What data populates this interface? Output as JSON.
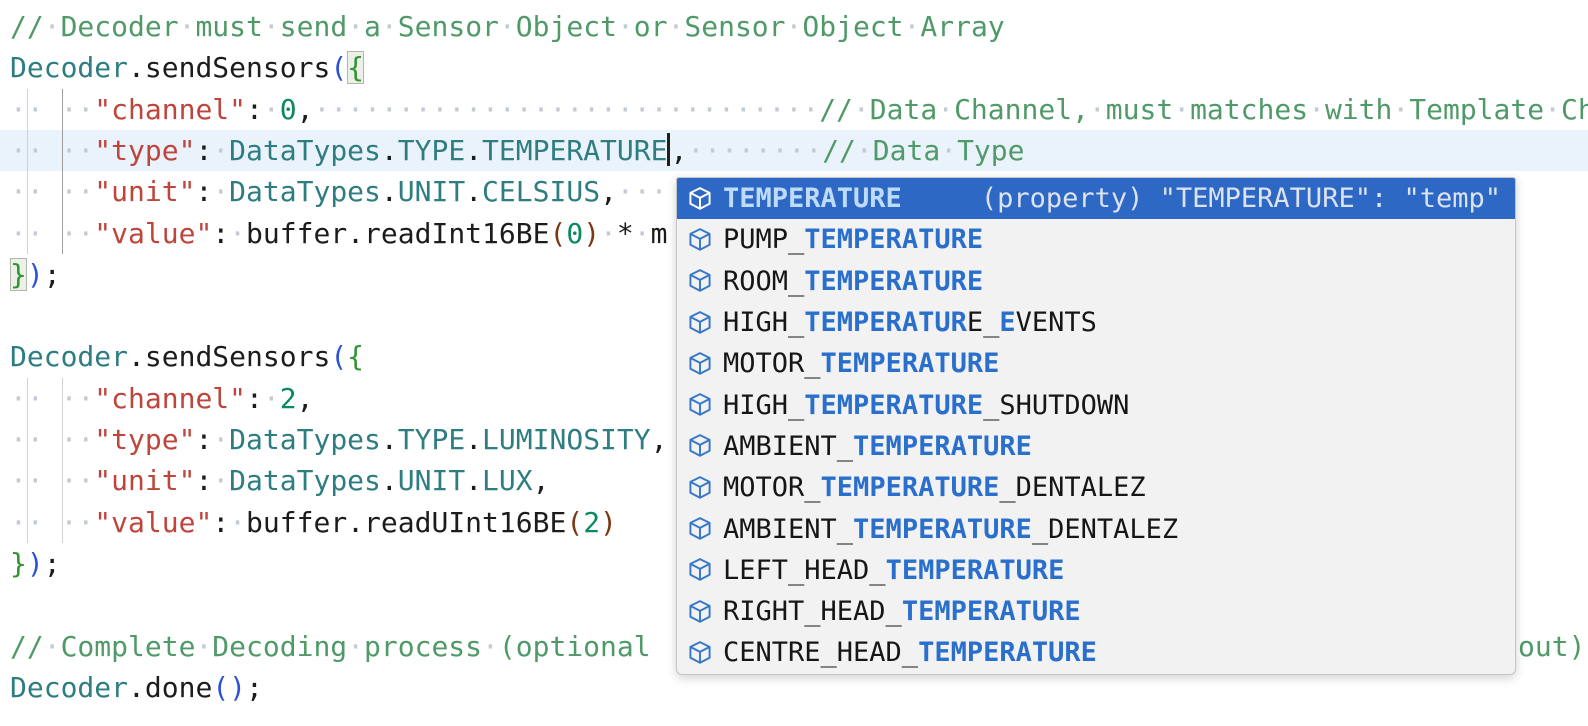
{
  "palette": {
    "comment": "#4F9A68",
    "type_teal": "#2E7D80",
    "string_red": "#BF453C",
    "number_green": "#0B8A5D",
    "bracket1_blue": "#2C50D9",
    "bracket2_green": "#319331",
    "bracket3_brown": "#7B3814",
    "foreground": "#1C1C1C",
    "whitespace_dot": "#C3CBD6",
    "indent_guide": "#D2D2D2",
    "indent_guide_active": "#9E9E9E",
    "current_line_bg": "#EAF3FB",
    "match_box_bg": "#ECF0E8",
    "match_box_border": "#B2B8A8",
    "caret": "#1F1F1F",
    "suggest_bg": "#F2F2F3",
    "suggest_border": "#C5C5C5",
    "suggest_selected_bg": "#2D68C4",
    "suggest_text": "#161616",
    "suggest_match_blue": "#2A6FCB",
    "suggest_selected_text": "#FFFFFF",
    "suggest_selected_match": "#BFDBFA",
    "suggest_detail_text": "#DDE3EE",
    "icon_blue": "#3778C8"
  },
  "editor": {
    "current_line": 3,
    "lines": [
      {
        "seg": [
          {
            "t": "// Decoder must send a Sensor Object or Sensor Object Array",
            "c": "comment"
          }
        ]
      },
      {
        "seg": [
          {
            "t": "Decoder",
            "c": "type"
          },
          {
            "t": ".sendSensors",
            "c": "fg"
          },
          {
            "t": "(",
            "c": "p1"
          },
          {
            "t": "{",
            "c": "p2",
            "boxed": true
          }
        ]
      },
      {
        "seg": [
          {
            "t": "·· ··",
            "c": "lead"
          },
          {
            "t": "\"channel\"",
            "c": "string"
          },
          {
            "t": ": ",
            "c": "fg"
          },
          {
            "t": "0",
            "c": "num"
          },
          {
            "t": ",",
            "c": "fg"
          },
          {
            "t": "                              ",
            "c": "fg"
          },
          {
            "t": "// Data Channel, must matches with Template Ch",
            "c": "comment"
          }
        ]
      },
      {
        "cur": true,
        "seg": [
          {
            "t": "·· ··",
            "c": "lead"
          },
          {
            "t": "\"type\"",
            "c": "string"
          },
          {
            "t": ": ",
            "c": "fg"
          },
          {
            "t": "DataTypes",
            "c": "type"
          },
          {
            "t": ".",
            "c": "fg"
          },
          {
            "t": "TYPE",
            "c": "type"
          },
          {
            "t": ".",
            "c": "fg"
          },
          {
            "t": "TEMPERATURE",
            "c": "type"
          },
          {
            "caret": true
          },
          {
            "t": ",",
            "c": "fg"
          },
          {
            "t": "        ",
            "c": "fg"
          },
          {
            "t": "// Data Type",
            "c": "comment"
          }
        ]
      },
      {
        "seg": [
          {
            "t": "·· ··",
            "c": "lead"
          },
          {
            "t": "\"unit\"",
            "c": "string"
          },
          {
            "t": ": ",
            "c": "fg"
          },
          {
            "t": "DataTypes",
            "c": "type"
          },
          {
            "t": ".",
            "c": "fg"
          },
          {
            "t": "UNIT",
            "c": "type"
          },
          {
            "t": ".",
            "c": "fg"
          },
          {
            "t": "CELSIUS",
            "c": "type"
          },
          {
            "t": ",",
            "c": "fg"
          },
          {
            "t": "   ",
            "c": "fg"
          }
        ]
      },
      {
        "seg": [
          {
            "t": "·· ··",
            "c": "lead"
          },
          {
            "t": "\"value\"",
            "c": "string"
          },
          {
            "t": ": ",
            "c": "fg"
          },
          {
            "t": "buffer.readInt16BE",
            "c": "fg"
          },
          {
            "t": "(",
            "c": "p3"
          },
          {
            "t": "0",
            "c": "num"
          },
          {
            "t": ")",
            "c": "p3"
          },
          {
            "t": " * m",
            "c": "fg"
          }
        ]
      },
      {
        "seg": [
          {
            "t": "}",
            "c": "p2",
            "boxed": true
          },
          {
            "t": ")",
            "c": "p1"
          },
          {
            "t": ";",
            "c": "fg"
          }
        ]
      },
      {
        "seg": []
      },
      {
        "seg": [
          {
            "t": "Decoder",
            "c": "type"
          },
          {
            "t": ".sendSensors",
            "c": "fg"
          },
          {
            "t": "(",
            "c": "p1"
          },
          {
            "t": "{",
            "c": "p2"
          }
        ]
      },
      {
        "seg": [
          {
            "t": "·· ··",
            "c": "lead"
          },
          {
            "t": "\"channel\"",
            "c": "string"
          },
          {
            "t": ": ",
            "c": "fg"
          },
          {
            "t": "2",
            "c": "num"
          },
          {
            "t": ",",
            "c": "fg"
          }
        ]
      },
      {
        "seg": [
          {
            "t": "·· ··",
            "c": "lead"
          },
          {
            "t": "\"type\"",
            "c": "string"
          },
          {
            "t": ": ",
            "c": "fg"
          },
          {
            "t": "DataTypes",
            "c": "type"
          },
          {
            "t": ".",
            "c": "fg"
          },
          {
            "t": "TYPE",
            "c": "type"
          },
          {
            "t": ".",
            "c": "fg"
          },
          {
            "t": "LUMINOSITY",
            "c": "type"
          },
          {
            "t": ",",
            "c": "fg"
          }
        ]
      },
      {
        "seg": [
          {
            "t": "·· ··",
            "c": "lead"
          },
          {
            "t": "\"unit\"",
            "c": "string"
          },
          {
            "t": ": ",
            "c": "fg"
          },
          {
            "t": "DataTypes",
            "c": "type"
          },
          {
            "t": ".",
            "c": "fg"
          },
          {
            "t": "UNIT",
            "c": "type"
          },
          {
            "t": ".",
            "c": "fg"
          },
          {
            "t": "LUX",
            "c": "type"
          },
          {
            "t": ",",
            "c": "fg"
          }
        ]
      },
      {
        "seg": [
          {
            "t": "·· ··",
            "c": "lead"
          },
          {
            "t": "\"value\"",
            "c": "string"
          },
          {
            "t": ": ",
            "c": "fg"
          },
          {
            "t": "buffer.readUInt16BE",
            "c": "fg"
          },
          {
            "t": "(",
            "c": "p3"
          },
          {
            "t": "2",
            "c": "num"
          },
          {
            "t": ")",
            "c": "p3"
          }
        ]
      },
      {
        "seg": [
          {
            "t": "}",
            "c": "p2"
          },
          {
            "t": ")",
            "c": "p1"
          },
          {
            "t": ";",
            "c": "fg"
          }
        ]
      },
      {
        "seg": []
      },
      {
        "seg": [
          {
            "t": "// Complete Decoding process (optional",
            "c": "comment"
          },
          {
            "t": "out)",
            "c": "comment",
            "abs": 1518
          }
        ]
      },
      {
        "seg": [
          {
            "t": "Decoder",
            "c": "type"
          },
          {
            "t": ".done",
            "c": "fg"
          },
          {
            "t": "()",
            "c": "p1"
          },
          {
            "t": ";",
            "c": "fg"
          }
        ]
      }
    ],
    "indent_guides": [
      {
        "x": 27,
        "from": 2,
        "to": 5,
        "active": false
      },
      {
        "x": 62,
        "from": 2,
        "to": 5,
        "active": true
      },
      {
        "x": 27,
        "from": 9,
        "to": 12,
        "active": false
      },
      {
        "x": 62,
        "from": 9,
        "to": 12,
        "active": false
      }
    ]
  },
  "suggest": {
    "icon": "symbol-property-cube-icon",
    "items": [
      {
        "selected": true,
        "detail": "(property) \"TEMPERATURE\": \"temp\"",
        "segments": [
          {
            "t": "TEMPERATURE",
            "h": true
          }
        ]
      },
      {
        "segments": [
          {
            "t": "PUMP_"
          },
          {
            "t": "TEMPERATURE",
            "h": true
          }
        ]
      },
      {
        "segments": [
          {
            "t": "ROOM_"
          },
          {
            "t": "TEMPERATURE",
            "h": true
          }
        ]
      },
      {
        "segments": [
          {
            "t": "HIGH_"
          },
          {
            "t": "TEMPERATUR",
            "h": true
          },
          {
            "t": "E_"
          },
          {
            "t": "E",
            "h": true
          },
          {
            "t": "VENTS"
          }
        ]
      },
      {
        "segments": [
          {
            "t": "MOTOR_"
          },
          {
            "t": "TEMPERATURE",
            "h": true
          }
        ]
      },
      {
        "segments": [
          {
            "t": "HIGH_"
          },
          {
            "t": "TEMPERATURE",
            "h": true
          },
          {
            "t": "_SHUTDOWN"
          }
        ]
      },
      {
        "segments": [
          {
            "t": "AMBIENT_"
          },
          {
            "t": "TEMPERATURE",
            "h": true
          }
        ]
      },
      {
        "segments": [
          {
            "t": "MOTOR_"
          },
          {
            "t": "TEMPERATURE",
            "h": true
          },
          {
            "t": "_DENTALEZ"
          }
        ]
      },
      {
        "segments": [
          {
            "t": "AMBIENT_"
          },
          {
            "t": "TEMPERATURE",
            "h": true
          },
          {
            "t": "_DENTALEZ"
          }
        ]
      },
      {
        "segments": [
          {
            "t": "LEFT_HEAD_"
          },
          {
            "t": "TEMPERATURE",
            "h": true
          }
        ]
      },
      {
        "segments": [
          {
            "t": "RIGHT_HEAD_"
          },
          {
            "t": "TEMPERATURE",
            "h": true
          }
        ]
      },
      {
        "segments": [
          {
            "t": "CENTRE_HEAD_"
          },
          {
            "t": "TEMPERATURE",
            "h": true
          }
        ]
      }
    ]
  }
}
